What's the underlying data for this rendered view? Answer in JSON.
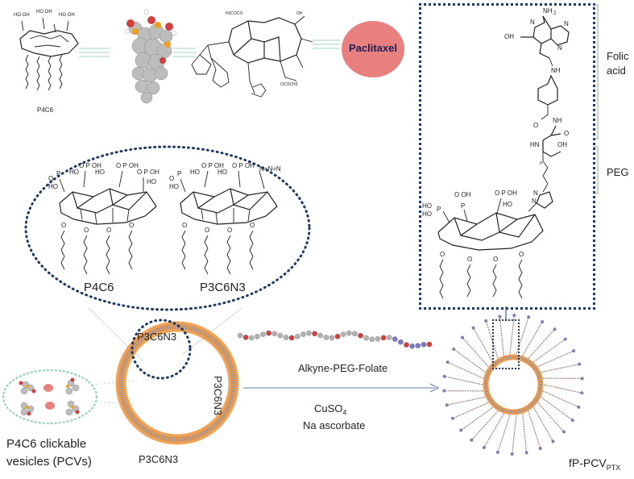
{
  "top": {
    "p4c6_small_label": "P4C6",
    "paclitaxel_label": "Paclitaxel"
  },
  "inset": {
    "left_label": "P4C6",
    "right_label": "P3C6N3"
  },
  "vesicle": {
    "label_top": "P3C6N3",
    "label_right": "P3C6N3",
    "label_bottom": "P3C6N3",
    "caption_line1": "P4C6 clickable",
    "caption_line2": "vesicles (PCVs)"
  },
  "reaction": {
    "reagent_label": "Alkyne-PEG-Folate",
    "catalyst_line1": "CuSO",
    "catalyst_sub": "4",
    "catalyst_line2": "Na ascorbate"
  },
  "product": {
    "label_main": "fP-PCV",
    "label_sub": "PTX"
  },
  "right_panel": {
    "folic_line1": "Folic",
    "folic_line2": "acid",
    "peg_label": "PEG"
  },
  "colors": {
    "paclitaxel_fill": "#e88080",
    "paclitaxel_text": "#1e1e5a",
    "dotted_border": "#1f3864",
    "vesicle_orange": "#f0a050",
    "vesicle_gray": "#8a8aa0",
    "arrow": "#6a7fb0"
  }
}
